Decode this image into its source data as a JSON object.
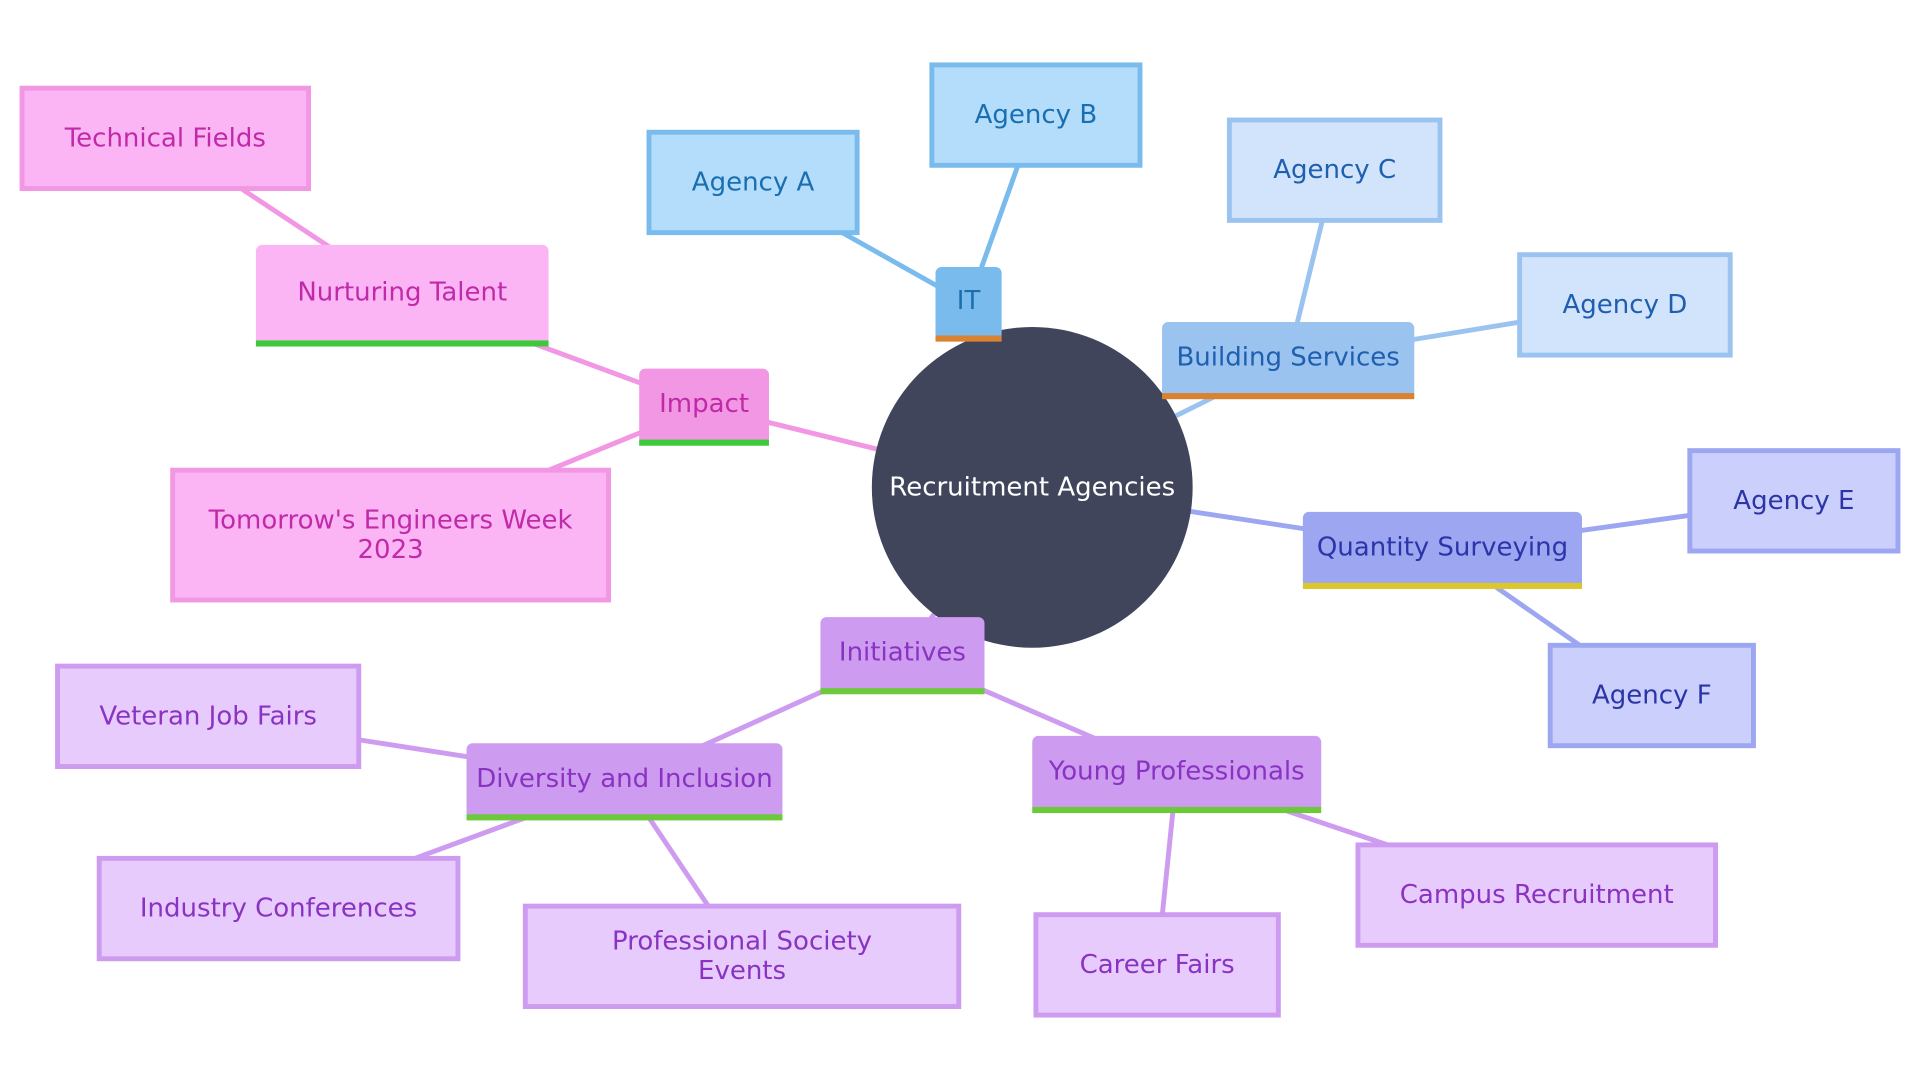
{
  "diagram": {
    "root": {
      "label": "Recruitment Agencies",
      "fill": "#41455b",
      "text": "#ffffff"
    },
    "branches": [
      {
        "id": "it",
        "label": "IT",
        "fill": "#79bbec",
        "child_fill": "#b4dcfb",
        "stroke": "#79bbec",
        "text": "#1a6fb0",
        "underline": "#d9822f",
        "children": [
          {
            "id": "agency-a",
            "label": "Agency A"
          },
          {
            "id": "agency-b",
            "label": "Agency B"
          }
        ]
      },
      {
        "id": "building-services",
        "label": "Building Services",
        "fill": "#9bc3ef",
        "child_fill": "#d2e4fb",
        "stroke": "#9bc3ef",
        "text": "#1e5fb0",
        "underline": "#d9822f",
        "children": [
          {
            "id": "agency-c",
            "label": "Agency C"
          },
          {
            "id": "agency-d",
            "label": "Agency D"
          }
        ]
      },
      {
        "id": "quantity-surveying",
        "label": "Quantity Surveying",
        "fill": "#9ca6f1",
        "child_fill": "#cbcffb",
        "stroke": "#9ca6f1",
        "text": "#2b35a8",
        "underline": "#dcc72a",
        "children": [
          {
            "id": "agency-e",
            "label": "Agency E"
          },
          {
            "id": "agency-f",
            "label": "Agency F"
          }
        ]
      },
      {
        "id": "initiatives",
        "label": "Initiatives",
        "fill": "#cd9bef",
        "child_fill": "#cd9bef",
        "stroke": "#cd9bef",
        "text": "#8a33c2",
        "underline": "#6cc93a",
        "children": [
          {
            "id": "diversity-and-inclusion",
            "label": "Diversity and Inclusion",
            "children": [
              {
                "id": "veteran-job-fairs",
                "label": "Veteran Job Fairs"
              },
              {
                "id": "industry-conferences",
                "label": "Industry Conferences"
              },
              {
                "id": "professional-society-events",
                "label": "Professional Society Events"
              }
            ]
          },
          {
            "id": "young-professionals",
            "label": "Young Professionals",
            "children": [
              {
                "id": "career-fairs",
                "label": "Career Fairs"
              },
              {
                "id": "campus-recruitment",
                "label": "Campus Recruitment"
              }
            ]
          }
        ],
        "leaf_fill": "#e7cbfc"
      },
      {
        "id": "impact",
        "label": "Impact",
        "fill": "#f197e4",
        "child_fill": "#fcb5f4",
        "stroke": "#f197e4",
        "text": "#c02aa8",
        "underline": "#3ec93a",
        "children": [
          {
            "id": "nurturing-talent",
            "label": "Nurturing Talent",
            "children": [
              {
                "id": "technical-fields",
                "label": "Technical Fields"
              }
            ]
          },
          {
            "id": "tomorrows-engineers-week-2023",
            "label": "Tomorrow's Engineers Week 2023"
          }
        ]
      }
    ]
  }
}
